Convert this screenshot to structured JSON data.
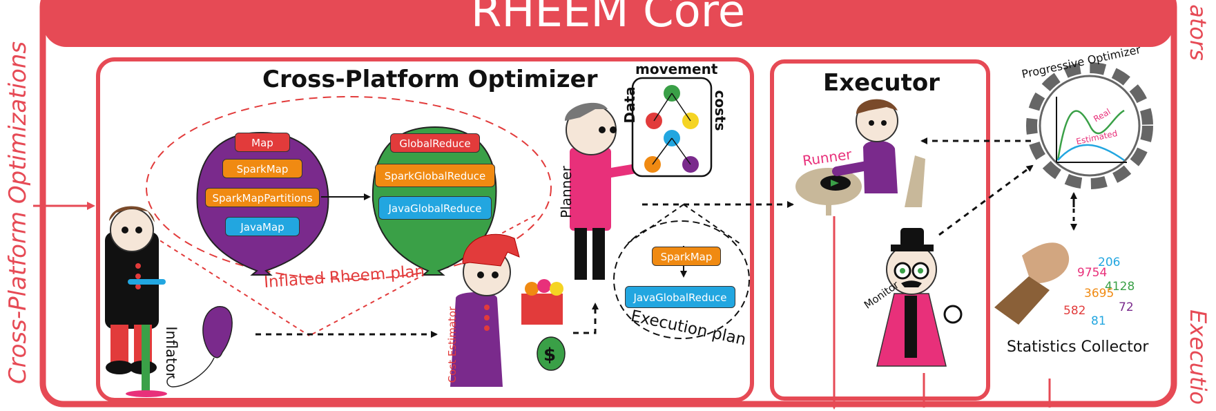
{
  "colors": {
    "frame": "#e64a55",
    "purple": "#7a2a8c",
    "green": "#3aa047",
    "orange": "#f08a12",
    "blue": "#22a6e0",
    "red": "#e23b3b",
    "pink": "#e8307a"
  },
  "side_labels": {
    "left": "Cross-Platform Optimizations",
    "right_top": "ators",
    "right_bottom": "Executio"
  },
  "core_title": "RHEEM Core",
  "optimizer": {
    "title": "Cross-Platform Optimizer",
    "inflated_plan_label": "Inflated Rheem plan",
    "balloon_left_ops": [
      "Map",
      "SparkMap",
      "SparkMapPartitions",
      "JavaMap"
    ],
    "balloon_right_ops": [
      "GlobalReduce",
      "SparkGlobalReduce",
      "JavaGlobalReduce"
    ],
    "inflator_label": "Inflator",
    "cost_estimator_label": "Cost Estimator",
    "planner_label": "Planner",
    "data_movement_label": "movement",
    "data_label": "Data",
    "costs_label": "costs",
    "execution_plan_label": "Execution plan",
    "execution_plan_ops": [
      "SparkMap",
      "JavaGlobalReduce"
    ]
  },
  "executor": {
    "title": "Executor",
    "runner_label": "Runner",
    "monitor_label": "Monitor"
  },
  "progressive_optimizer": {
    "title": "Progressive Optimizer",
    "real_label": "Real",
    "estimated_label": "Estimated"
  },
  "statistics_collector": {
    "title": "Statistics Collector"
  }
}
